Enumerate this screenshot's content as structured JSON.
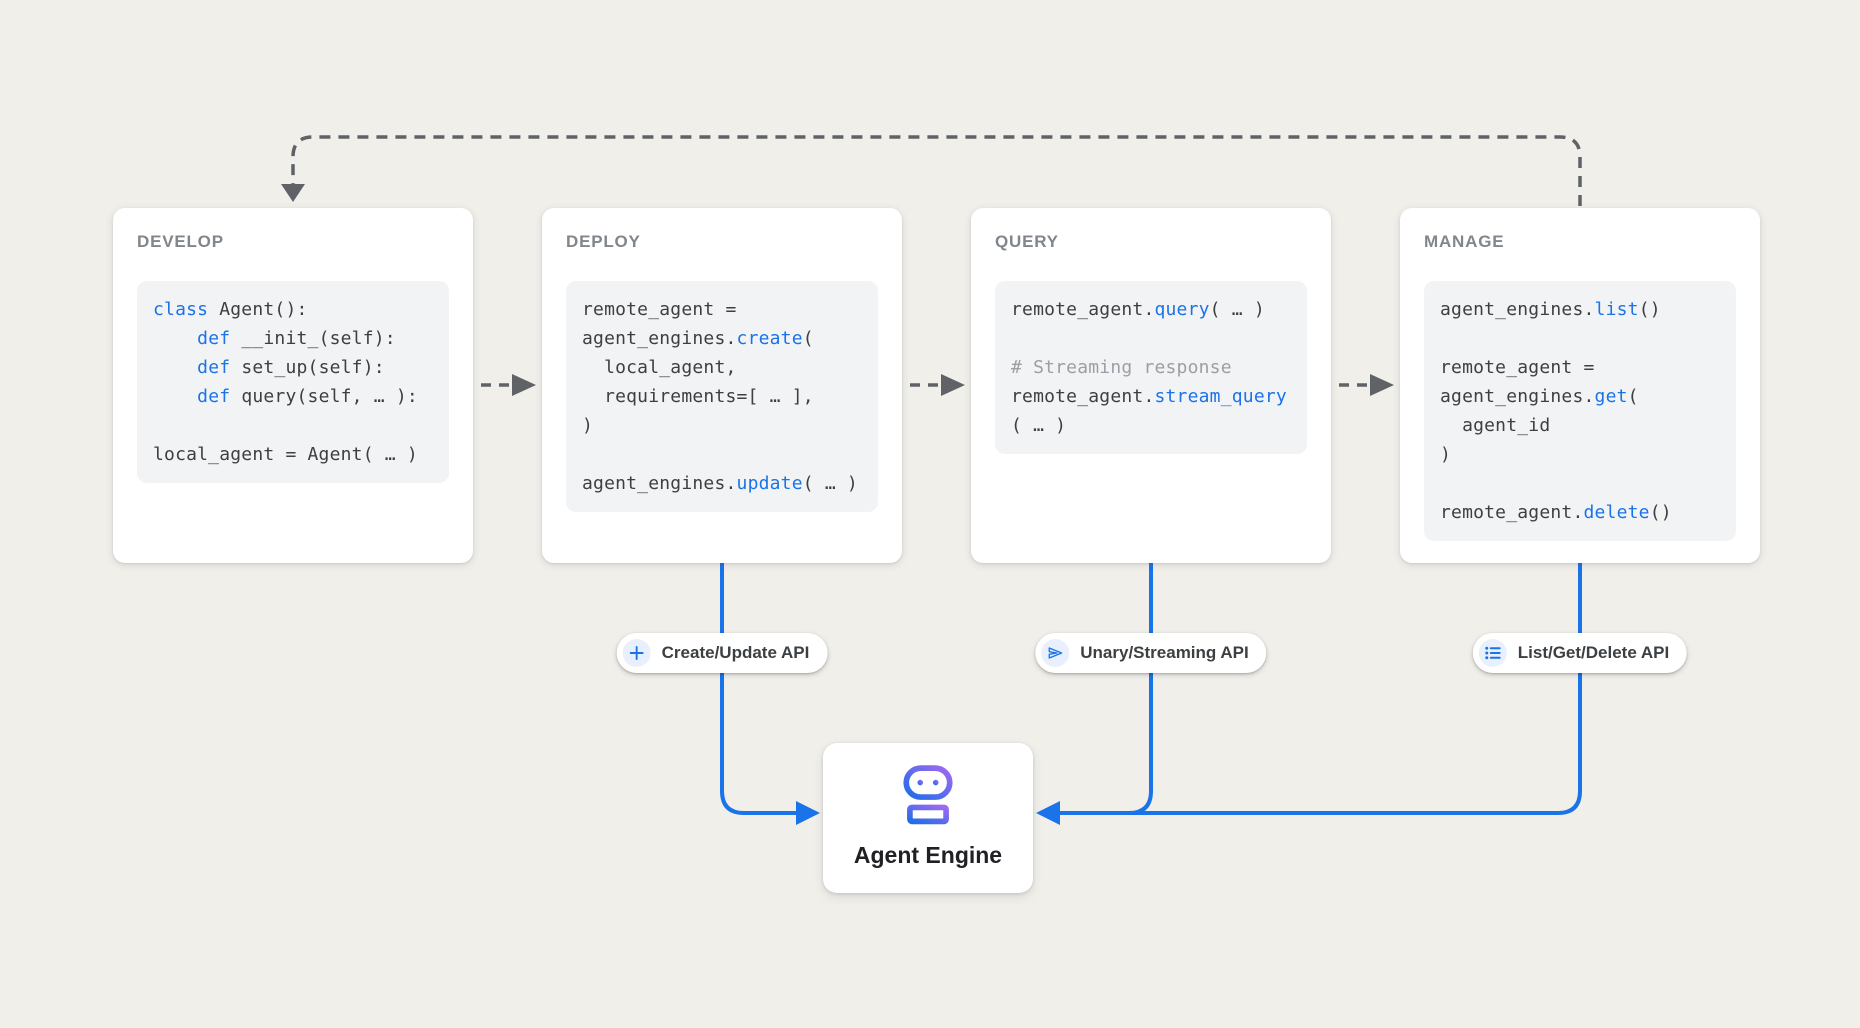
{
  "colors": {
    "background": "#f1efea",
    "card_background": "#ffffff",
    "code_background": "#f1f3f4",
    "card_title": "#80868b",
    "code_text": "#3c4043",
    "code_keyword": "#1a73e8",
    "code_comment": "#9aa0a6",
    "connector_blue": "#1a73e8",
    "connector_gray": "#5f6368",
    "pill_icon_background": "#e8f0fe",
    "robot_gradient_start": "#a168f2",
    "robot_gradient_end": "#1d6fe8"
  },
  "cards": [
    {
      "title": "DEVELOP",
      "code": [
        [
          {
            "t": "class",
            "s": "k"
          },
          {
            "t": " Agent():"
          }
        ],
        [
          {
            "t": "    "
          },
          {
            "t": "def",
            "s": "k"
          },
          {
            "t": " __init_(self):"
          }
        ],
        [
          {
            "t": "    "
          },
          {
            "t": "def",
            "s": "k"
          },
          {
            "t": " set_up(self):"
          }
        ],
        [
          {
            "t": "    "
          },
          {
            "t": "def",
            "s": "k"
          },
          {
            "t": " query(self, … ):"
          }
        ],
        [],
        [
          {
            "t": "local_agent = Agent( … )"
          }
        ]
      ]
    },
    {
      "title": "DEPLOY",
      "code": [
        [
          {
            "t": "remote_agent ="
          }
        ],
        [
          {
            "t": "agent_engines."
          },
          {
            "t": "create",
            "s": "k"
          },
          {
            "t": "("
          }
        ],
        [
          {
            "t": "  local_agent,"
          }
        ],
        [
          {
            "t": "  requirements=[ … ],"
          }
        ],
        [
          {
            "t": ")"
          }
        ],
        [],
        [
          {
            "t": "agent_engines."
          },
          {
            "t": "update",
            "s": "k"
          },
          {
            "t": "( … )"
          }
        ]
      ]
    },
    {
      "title": "QUERY",
      "code": [
        [
          {
            "t": "remote_agent."
          },
          {
            "t": "query",
            "s": "k"
          },
          {
            "t": "( … )"
          }
        ],
        [],
        [
          {
            "t": "# Streaming response",
            "s": "c"
          }
        ],
        [
          {
            "t": "remote_agent."
          },
          {
            "t": "stream_query",
            "s": "k"
          }
        ],
        [
          {
            "t": "( … )"
          }
        ]
      ]
    },
    {
      "title": "MANAGE",
      "code": [
        [
          {
            "t": "agent_engines."
          },
          {
            "t": "list",
            "s": "k"
          },
          {
            "t": "()"
          }
        ],
        [],
        [
          {
            "t": "remote_agent ="
          }
        ],
        [
          {
            "t": "agent_engines."
          },
          {
            "t": "get",
            "s": "k"
          },
          {
            "t": "("
          }
        ],
        [
          {
            "t": "  agent_id"
          }
        ],
        [
          {
            "t": ")"
          }
        ],
        [],
        [
          {
            "t": "remote_agent."
          },
          {
            "t": "delete",
            "s": "k"
          },
          {
            "t": "()"
          }
        ]
      ]
    }
  ],
  "pills": [
    {
      "icon": "plus-icon",
      "label": "Create/Update API"
    },
    {
      "icon": "send-icon",
      "label": "Unary/Streaming API"
    },
    {
      "icon": "list-icon",
      "label": "List/Get/Delete API"
    }
  ],
  "engine": {
    "icon": "robot-icon",
    "label": "Agent Engine"
  }
}
